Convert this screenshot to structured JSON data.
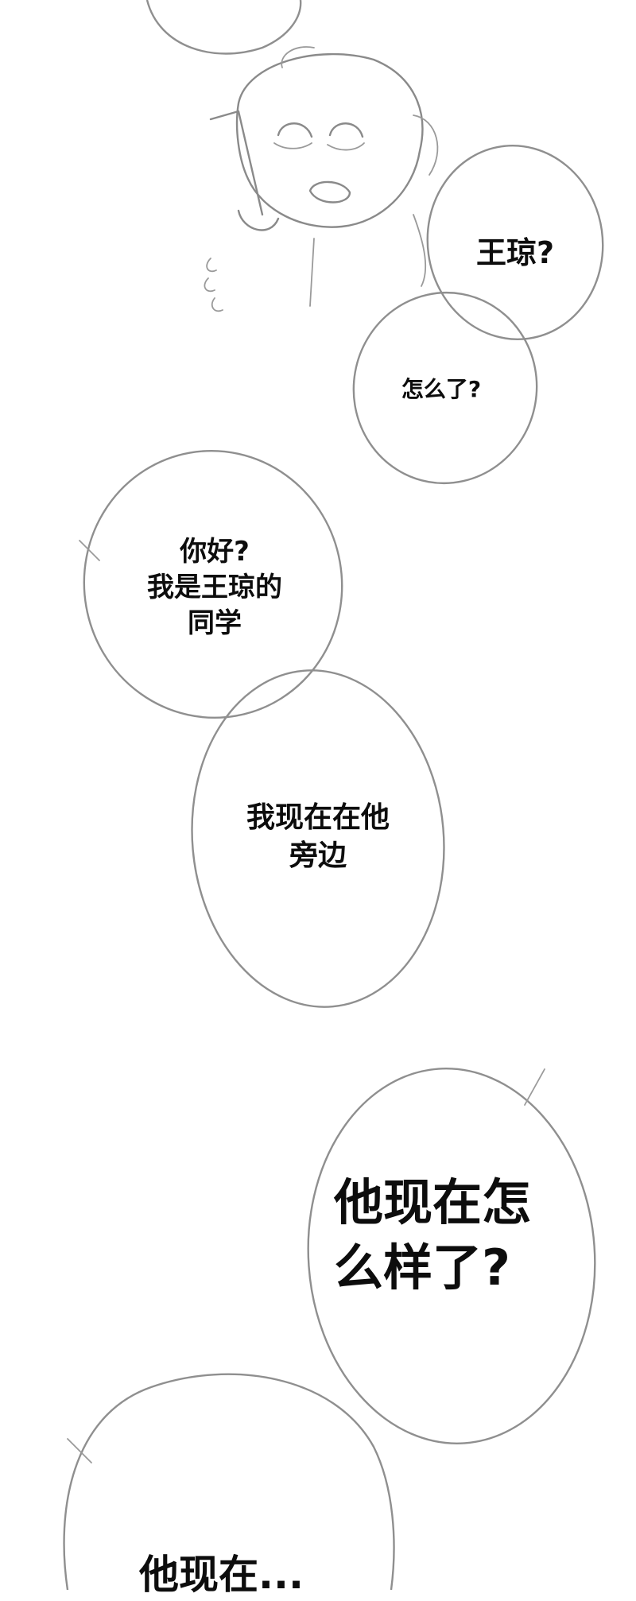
{
  "bubbles": [
    {
      "id": "b1",
      "lines": [
        "王琼?"
      ]
    },
    {
      "id": "b2",
      "lines": [
        "怎么了?"
      ]
    },
    {
      "id": "b3",
      "lines": [
        "你好?",
        "我是王琼的",
        "同学"
      ]
    },
    {
      "id": "b4",
      "lines": [
        "我现在在他",
        "旁边"
      ]
    },
    {
      "id": "b5",
      "lines": [
        "他现在怎",
        "么样了?"
      ]
    },
    {
      "id": "b6",
      "lines": [
        "他现在..."
      ]
    }
  ],
  "colors": {
    "ink": "#0d0d0d",
    "line": "#8f8f8f",
    "background": "#ffffff"
  }
}
